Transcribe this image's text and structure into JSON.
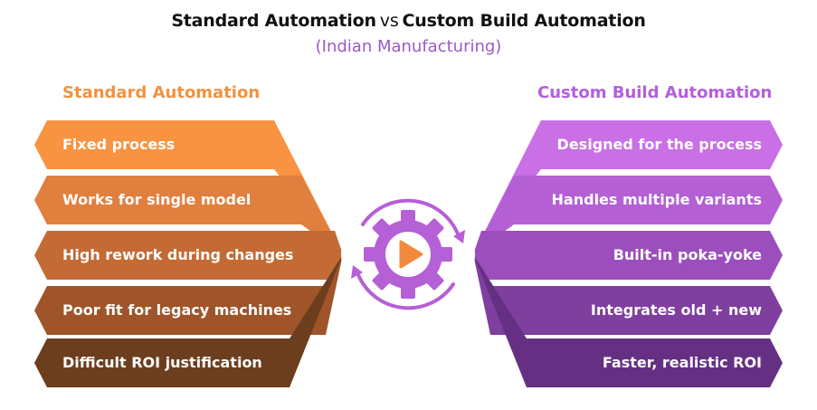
{
  "title": {
    "part1": "Standard Automation",
    "vs": "vs",
    "part2": "Custom Build Automation"
  },
  "subtitle": "(Indian Manufacturing)",
  "left": {
    "heading": "Standard Automation",
    "heading_color": "#f1923f",
    "items": [
      {
        "label": "Fixed process",
        "color": "#f89342"
      },
      {
        "label": "Works for single model",
        "color": "#e07f3e"
      },
      {
        "label": "High rework during changes",
        "color": "#c46a34"
      },
      {
        "label": "Poor fit for legacy machines",
        "color": "#9f5529"
      },
      {
        "label": "Difficult ROI justification",
        "color": "#6d3e1e"
      }
    ]
  },
  "right": {
    "heading": "Custom Build Automation",
    "heading_color": "#b35fdb",
    "items": [
      {
        "label": "Designed for the process",
        "color": "#c970e6"
      },
      {
        "label": "Handles multiple variants",
        "color": "#b45fd4"
      },
      {
        "label": "Built-in poka-yoke",
        "color": "#9c4fbc"
      },
      {
        "label": "Integrates old + new",
        "color": "#7f3f9e"
      },
      {
        "label": "Faster, realistic ROI",
        "color": "#653083"
      }
    ]
  },
  "center": {
    "icon": "gear-play-icon",
    "gear_color": "#b560d6",
    "play_color": "#f28a3c",
    "ring_color": "#ffffff"
  }
}
